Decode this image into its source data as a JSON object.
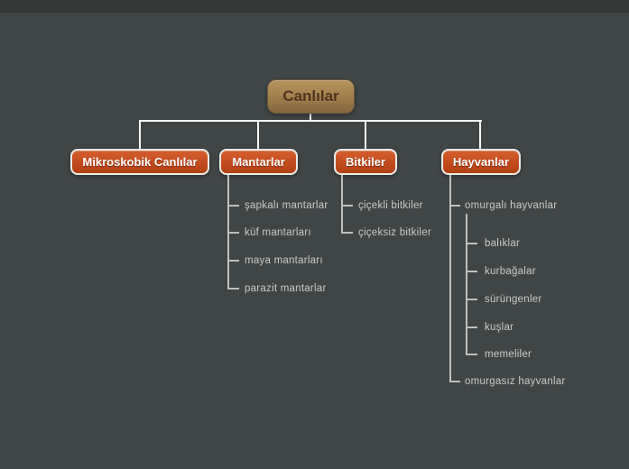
{
  "colors": {
    "background": "#404545",
    "top_strip": "#343938",
    "root_node_tan": "#a2824e",
    "root_text_brown": "#4e331e",
    "branch_node_orange": "#c44d1f",
    "branch_border_white": "#ebebe9",
    "branch_text": "#ffffff",
    "leaf_text_gray": "#c9cccb",
    "connector_main": "#f7f7f6",
    "connector_child": "#bcc0bf"
  },
  "root": {
    "label": "Canlılar"
  },
  "branches": [
    {
      "label": "Mikroskobik Canlılar",
      "children": []
    },
    {
      "label": "Mantarlar",
      "children": [
        {
          "label": "şapkalı mantarlar"
        },
        {
          "label": "küf mantarları"
        },
        {
          "label": "maya mantarları"
        },
        {
          "label": "parazit mantarlar"
        }
      ]
    },
    {
      "label": "Bitkiler",
      "children": [
        {
          "label": "çiçekli bitkiler"
        },
        {
          "label": "çiçeksiz bitkiler"
        }
      ]
    },
    {
      "label": "Hayvanlar",
      "children": [
        {
          "label": "omurgalı hayvanlar",
          "children": [
            {
              "label": "balıklar"
            },
            {
              "label": "kurbağalar"
            },
            {
              "label": "sürüngenler"
            },
            {
              "label": "kuşlar"
            },
            {
              "label": "memeliler"
            }
          ]
        },
        {
          "label": "omurgasız hayvanlar",
          "children": []
        }
      ]
    }
  ]
}
